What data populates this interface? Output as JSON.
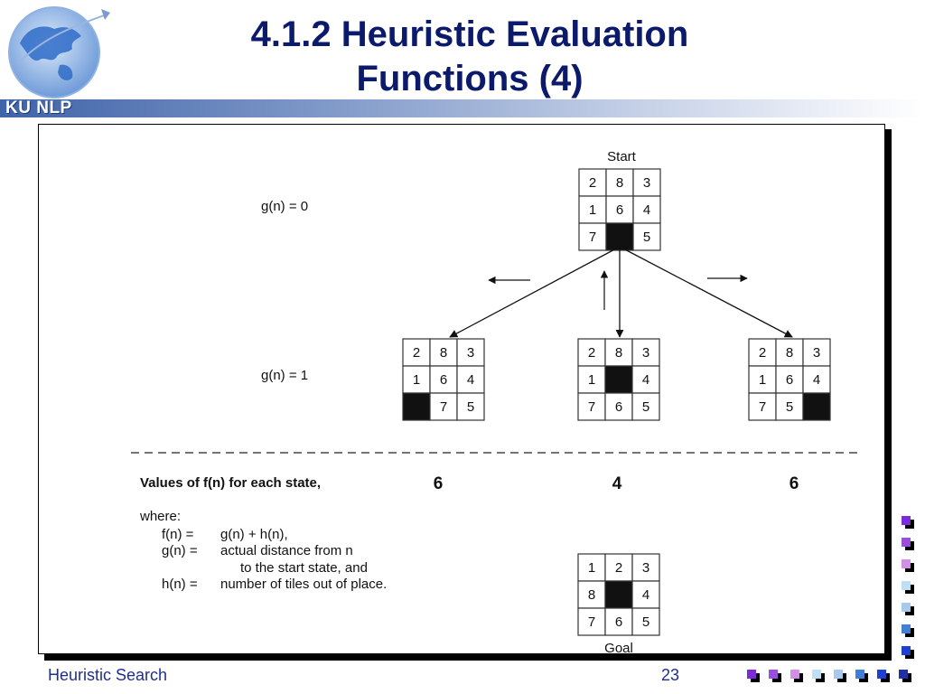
{
  "header": {
    "brand": "KU NLP",
    "title_line1": "4.1.2 Heuristic Evaluation",
    "title_line2": "Functions (4)"
  },
  "diagram": {
    "start_label": "Start",
    "goal_label": "Goal",
    "g0_label": "g(n) = 0",
    "g1_label": "g(n) = 1",
    "start_board": [
      "2",
      "8",
      "3",
      "1",
      "6",
      "4",
      "7",
      "",
      "5"
    ],
    "children": [
      {
        "board": [
          "2",
          "8",
          "3",
          "1",
          "6",
          "4",
          "",
          "7",
          "5"
        ],
        "f": "6"
      },
      {
        "board": [
          "2",
          "8",
          "3",
          "1",
          "",
          "4",
          "7",
          "6",
          "5"
        ],
        "f": "4"
      },
      {
        "board": [
          "2",
          "8",
          "3",
          "1",
          "6",
          "4",
          "7",
          "5",
          ""
        ],
        "f": "6"
      }
    ],
    "goal_board": [
      "1",
      "2",
      "3",
      "8",
      "",
      "4",
      "7",
      "6",
      "5"
    ],
    "fvalues_label": "Values of f(n) for each state,",
    "where_label": "where:",
    "defs": [
      {
        "term": "f(n)  =",
        "desc": "g(n)  +   h(n),"
      },
      {
        "term": "g(n)  =",
        "desc": "actual distance from n"
      },
      {
        "term": "",
        "desc": "to the start state, and"
      },
      {
        "term": "h(n)  =",
        "desc": "number of tiles out of place."
      }
    ]
  },
  "footer": {
    "title": "Heuristic Search",
    "page": "23"
  },
  "colors": {
    "title": "#0b1a6b",
    "footer_text": "#1f2f8f",
    "squares": [
      "#7d2ad8",
      "#9a4ee0",
      "#d38ee8",
      "#bfe0f4",
      "#a9c8ee",
      "#3f7fd8",
      "#1f3fd0",
      "#1f2fa8"
    ]
  }
}
